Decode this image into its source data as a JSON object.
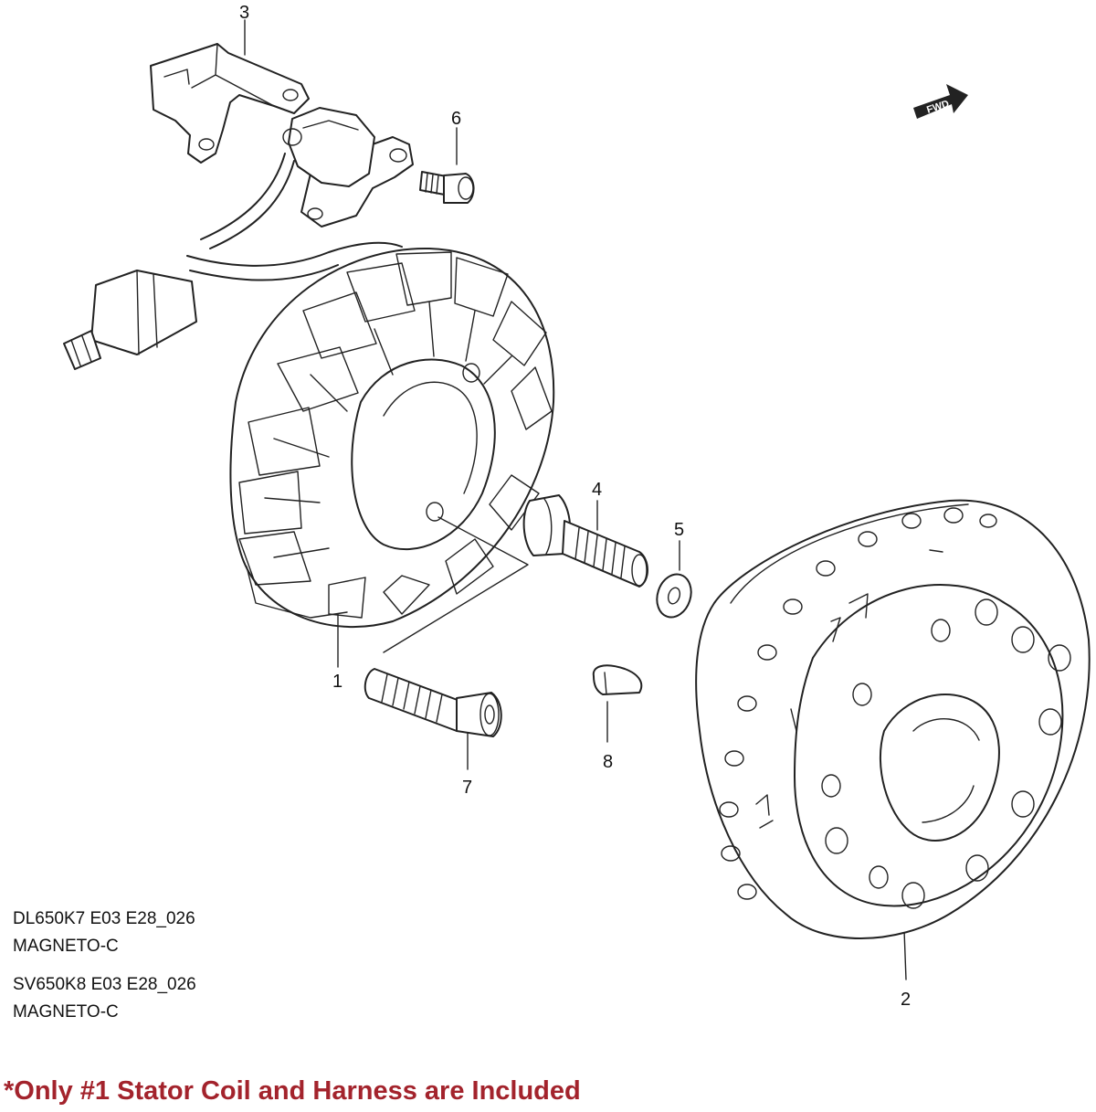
{
  "callouts": [
    {
      "id": "1",
      "label": "1"
    },
    {
      "id": "2",
      "label": "2"
    },
    {
      "id": "3",
      "label": "3"
    },
    {
      "id": "4",
      "label": "4"
    },
    {
      "id": "5",
      "label": "5"
    },
    {
      "id": "6",
      "label": "6"
    },
    {
      "id": "7",
      "label": "7"
    },
    {
      "id": "8",
      "label": "8"
    }
  ],
  "fwd_badge": "FWD",
  "model_codes": [
    {
      "code": "DL650K7 E03 E28_026",
      "name": "MAGNETO-C"
    },
    {
      "code": "SV650K8 E03 E28_026",
      "name": "MAGNETO-C"
    }
  ],
  "note": "*Only #1 Stator Coil and Harness are Included",
  "colors": {
    "note": "#a3232c",
    "line": "#222222",
    "background": "#ffffff"
  }
}
